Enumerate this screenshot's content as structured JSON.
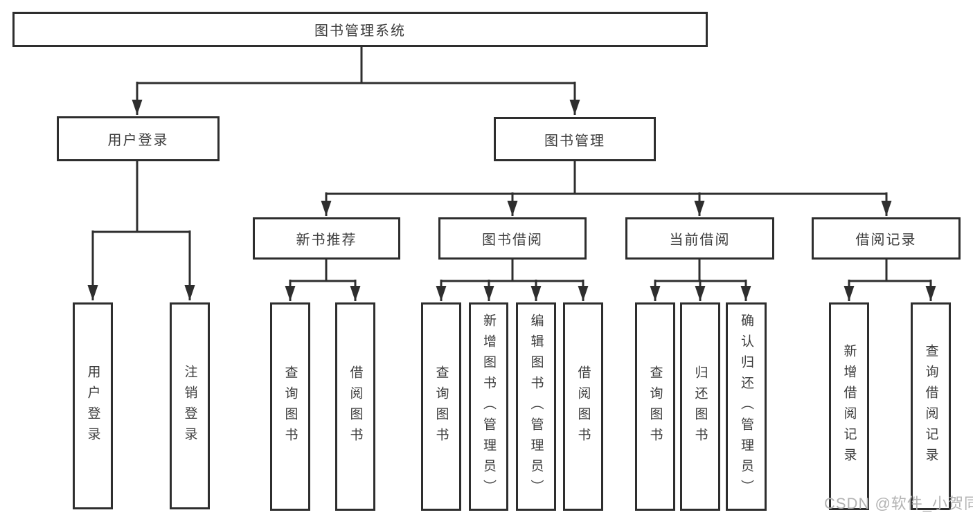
{
  "diagram_title": "图书管理系统",
  "nodes": {
    "root": "图书管理系统",
    "level2": [
      "用户登录",
      "图书管理"
    ],
    "level3": [
      "新书推荐",
      "图书借阅",
      "当前借阅",
      "借阅记录"
    ],
    "level4": [
      "用户登录",
      "注销登录",
      "查询图书",
      "借阅图书",
      "查询图书",
      "新增图书（管理员）",
      "编辑图书（管理员）",
      "借阅图书",
      "查询图书",
      "归还图书",
      "确认归还（管理员）",
      "新增借阅记录",
      "查询借阅记录"
    ]
  },
  "watermark": "CSDN @软件_小贺同学",
  "colors": {
    "line": "#2e2e2e",
    "text": "#3d3d3d",
    "watermark": "#b3b3b3",
    "background": "#ffffff"
  }
}
